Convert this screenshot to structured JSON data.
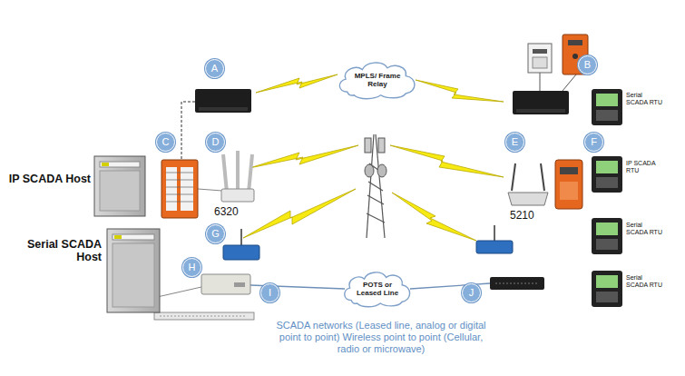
{
  "diagram": {
    "caption": "SCADA networks (Leased line, analog or digital point to point) Wireless point to point (Cellular, radio or microwave)",
    "nodes": [
      {
        "text": [
          "MPLS/ Frame Relay"
        ]
      },
      {
        "text": [
          "POTS or Leased Line"
        ]
      }
    ],
    "labels": [
      "A",
      "B",
      "C",
      "D",
      "E",
      "F",
      "G",
      "H",
      "I",
      "J",
      "IP SCADA Host",
      "Serial SCADA Host",
      "6320",
      "5210",
      "Serial SCADA RTU",
      "IP SCADA RTU",
      "Serial SCADA RTU",
      "Serial SCADA RTU"
    ]
  }
}
